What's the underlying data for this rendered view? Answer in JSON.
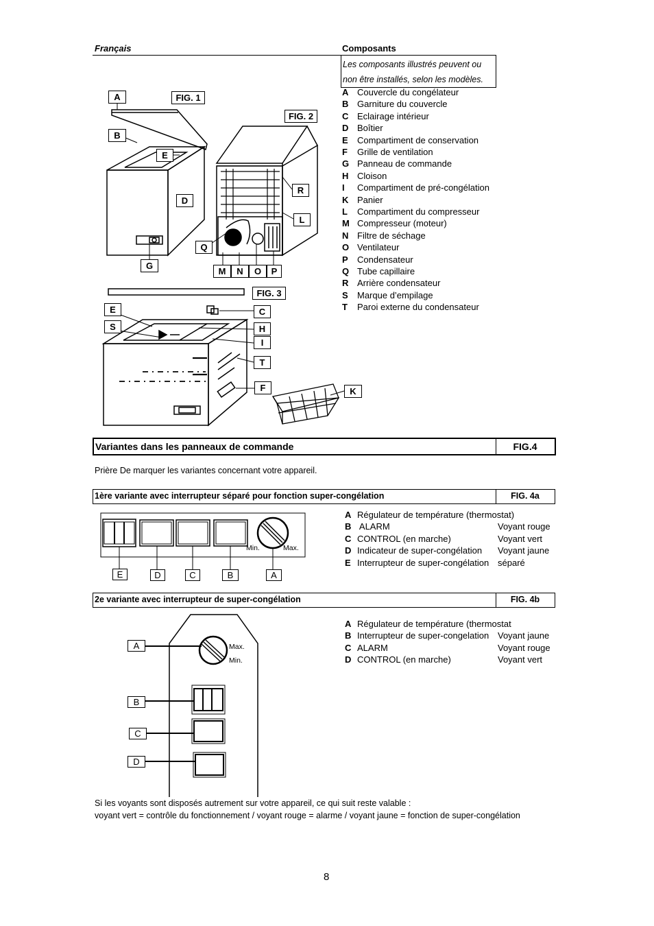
{
  "header": {
    "language": "Français",
    "components_title": "Composants"
  },
  "note": {
    "line1": "Les composants illustrés peuvent ou",
    "line2": "non être installés, selon les modèles."
  },
  "components": [
    {
      "key": "A",
      "label": "Couvercle du congélateur"
    },
    {
      "key": "B",
      "label": "Garniture du couvercle"
    },
    {
      "key": "C",
      "label": "Eclairage intérieur"
    },
    {
      "key": "D",
      "label": "Boîtier"
    },
    {
      "key": "E",
      "label": "Compartiment de conservation"
    },
    {
      "key": "F",
      "label": "Grille de ventilation"
    },
    {
      "key": "G",
      "label": "Panneau de commande"
    },
    {
      "key": "H",
      "label": "Cloison"
    },
    {
      "key": "I",
      "label": "Compartiment de pré-congélation"
    },
    {
      "key": "K",
      "label": "Panier"
    },
    {
      "key": "L",
      "label": "Compartiment du compresseur"
    },
    {
      "key": "M",
      "label": "Compresseur (moteur)"
    },
    {
      "key": "N",
      "label": "Filtre de séchage"
    },
    {
      "key": "O",
      "label": "Ventilateur"
    },
    {
      "key": "P",
      "label": "Condensateur"
    },
    {
      "key": "Q",
      "label": "Tube capillaire"
    },
    {
      "key": "R",
      "label": "Arrière condensateur"
    },
    {
      "key": "S",
      "label": "Marque d’empilage"
    },
    {
      "key": "T",
      "label": "Paroi externe du condensateur"
    }
  ],
  "figures": {
    "fig1": "FIG. 1",
    "fig2": "FIG. 2",
    "fig3": "FIG. 3",
    "fig1_labels": {
      "A": "A",
      "B": "B",
      "E": "E",
      "D": "D",
      "G": "G"
    },
    "fig2_labels": {
      "R": "R",
      "L": "L",
      "Q": "Q",
      "M": "M",
      "N": "N",
      "O": "O",
      "P": "P"
    },
    "fig3_labels": {
      "E": "E",
      "S": "S",
      "C": "C",
      "H": "H",
      "I": "I",
      "T": "T",
      "F": "F",
      "K": "K"
    }
  },
  "section4": {
    "title": "Variantes dans les panneaux de commande",
    "fig": "FIG.4"
  },
  "intro": "Prière De marquer les variantes concernant votre appareil.",
  "variant1": {
    "title": "1ère variante avec interrupteur séparé pour fonction super-congélation",
    "fig": "FIG. 4a",
    "min": "Min.",
    "max": "Max.",
    "labels": [
      "E",
      "D",
      "C",
      "B",
      "A"
    ],
    "rows": [
      {
        "key": "A",
        "label": "Régulateur de température (thermostat)",
        "right": ""
      },
      {
        "key": "B",
        "label": " ALARM",
        "right": "Voyant rouge"
      },
      {
        "key": "C",
        "label": "CONTROL (en marche)",
        "right": "Voyant vert"
      },
      {
        "key": "D",
        "label": "Indicateur de super-congélation",
        "right": "Voyant jaune"
      },
      {
        "key": "E",
        "label": "Interrupteur de super-congélation",
        "right": "séparé"
      }
    ]
  },
  "variant2": {
    "title": "2e variante avec interrupteur de super-congélation",
    "fig": "FIG. 4b",
    "min": "Min.",
    "max": "Max.",
    "labels": [
      "A",
      "B",
      "C",
      "D"
    ],
    "rows": [
      {
        "key": "A",
        "label": "Régulateur de température (thermostat",
        "right": ""
      },
      {
        "key": "B",
        "label": "Interrupteur de super-congelation",
        "right": "Voyant jaune"
      },
      {
        "key": "C",
        "label": "ALARM",
        "right": "Voyant rouge"
      },
      {
        "key": "D",
        "label": "CONTROL (en marche)",
        "right": "Voyant vert"
      }
    ]
  },
  "footer": {
    "line1": "Si les voyants sont disposés autrement sur votre appareil, ce qui suit reste valable :",
    "line2": "voyant vert = contrôle du fonctionnement / voyant rouge = alarme / voyant jaune = fonction de super-congélation"
  },
  "page_number": "8"
}
